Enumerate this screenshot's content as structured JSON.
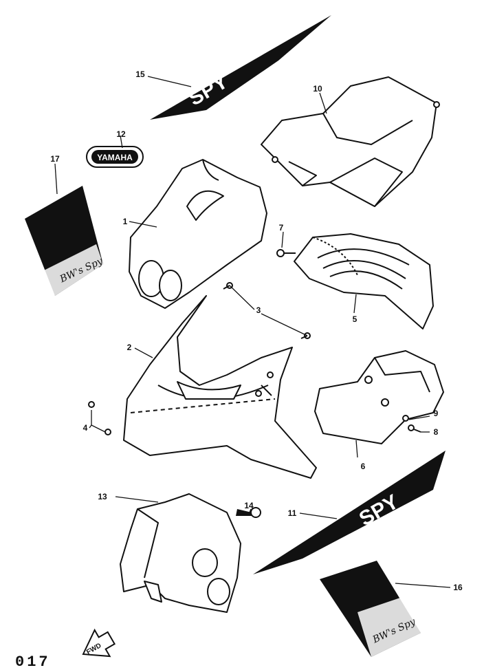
{
  "diagram": {
    "callouts": [
      {
        "id": "c1",
        "label": "1"
      },
      {
        "id": "c2",
        "label": "2"
      },
      {
        "id": "c3",
        "label": "3"
      },
      {
        "id": "c4",
        "label": "4"
      },
      {
        "id": "c5",
        "label": "5"
      },
      {
        "id": "c6",
        "label": "6"
      },
      {
        "id": "c7",
        "label": "7"
      },
      {
        "id": "c8",
        "label": "8"
      },
      {
        "id": "c9",
        "label": "9"
      },
      {
        "id": "c10",
        "label": "10"
      },
      {
        "id": "c11",
        "label": "11"
      },
      {
        "id": "c12",
        "label": "12"
      },
      {
        "id": "c13",
        "label": "13"
      },
      {
        "id": "c14",
        "label": "14"
      },
      {
        "id": "c15",
        "label": "15"
      },
      {
        "id": "c16",
        "label": "16"
      },
      {
        "id": "c17",
        "label": "17"
      }
    ],
    "emblem_text": "YAMAHA",
    "stripe_logo_text": "SPY",
    "decal_script_text": "BW's Spy",
    "page_code": "017",
    "direction_label": "FWD"
  },
  "colors": {
    "ink": "#111111",
    "paper": "#ffffff"
  }
}
